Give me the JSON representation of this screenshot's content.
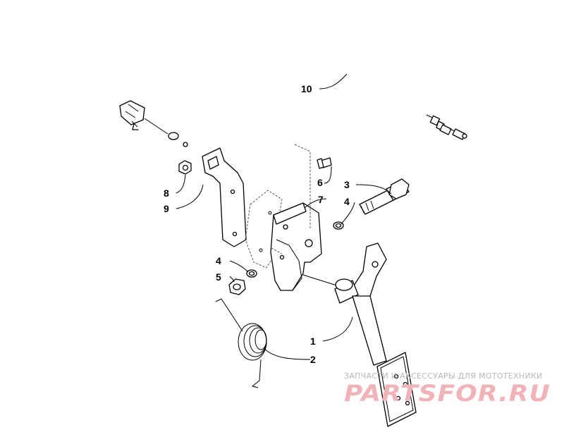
{
  "callouts": {
    "c1": "1",
    "c2": "2",
    "c3": "3",
    "c4a": "4",
    "c4b": "4",
    "c5": "5",
    "c6": "6",
    "c7": "7",
    "c8": "8",
    "c9": "9",
    "c10": "10"
  },
  "watermark": {
    "tagline": "ЗАПЧАСТИ И АКСЕССУАРЫ ДЛЯ МОТОТЕХНИКИ",
    "brand": "PARTSFOR.RU"
  },
  "colors": {
    "line": "#000000",
    "watermark_brand": "#f0b3b8",
    "watermark_tag": "#b8b8b8"
  }
}
